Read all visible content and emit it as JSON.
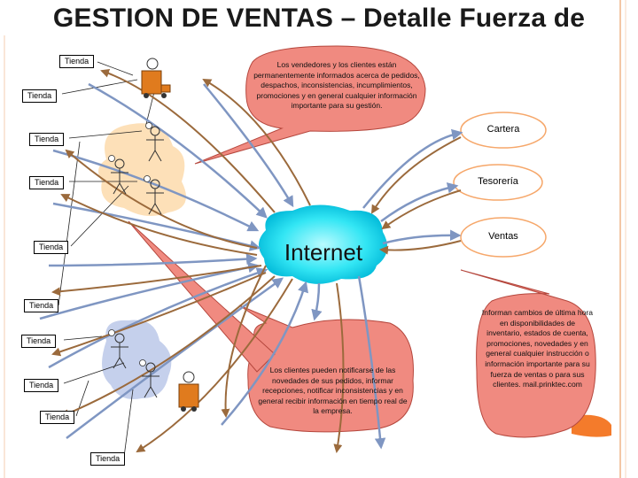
{
  "title": "GESTION DE VENTAS – Detalle Fuerza de",
  "tiendas": [
    "Tienda",
    "Tienda",
    "Tienda",
    "Tienda",
    "Tienda",
    "Tienda",
    "Tienda",
    "Tienda",
    "Tienda",
    "Tienda"
  ],
  "departments": {
    "cartera": "Cartera",
    "tesoreria": "Tesorería",
    "ventas": "Ventas"
  },
  "internet_label": "Internet",
  "callouts": {
    "top": "Los vendedores y los clientes están permanentemente informados acerca de pedidos, despachos, inconsistencias, incumplimientos, promociones y en general cualquier información importante para su gestión.",
    "bottom": "Los clientes pueden notificarse de las novedades de sus pedidos, informar recepciones, notificar inconsistencias y en general recibir información en tiempo real de la empresa.",
    "right": "Informan cambios de última hora en disponibilidades de inventario, estados de cuenta, promociones, novedades y en general cualquier instrucción o información importante para su fuerza de ventas o para sus clientes. mail.prinktec.com"
  },
  "colors": {
    "callout_fill": "#f08a80",
    "callout_stroke": "#b5473d",
    "cloud_blue": "#c5d0ec",
    "cloud_peach": "#fde0b8",
    "arrow_blue": "#7f96c2",
    "arrow_brown": "#9b6a3c",
    "dept_border": "#f6a76a",
    "vehicle_orange": "#e07b1e"
  }
}
